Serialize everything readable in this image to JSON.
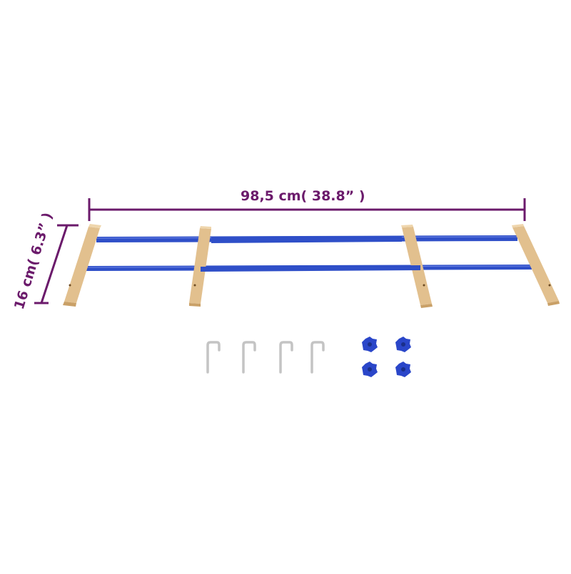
{
  "product": {
    "dimensions": {
      "width_label": "98,5 cm( 38.8” )",
      "height_label": "16 cm( 6.3” )"
    },
    "parts": {
      "hooks_count": 4,
      "knobs_count": 4
    },
    "colors": {
      "dimension_line": "#6b1a6b",
      "rail": "#2f4fc8",
      "wood": "#e2c08e",
      "wood_dark": "#c9a067",
      "metal": "#c8c8c8",
      "knob": "#2a46c9"
    }
  }
}
